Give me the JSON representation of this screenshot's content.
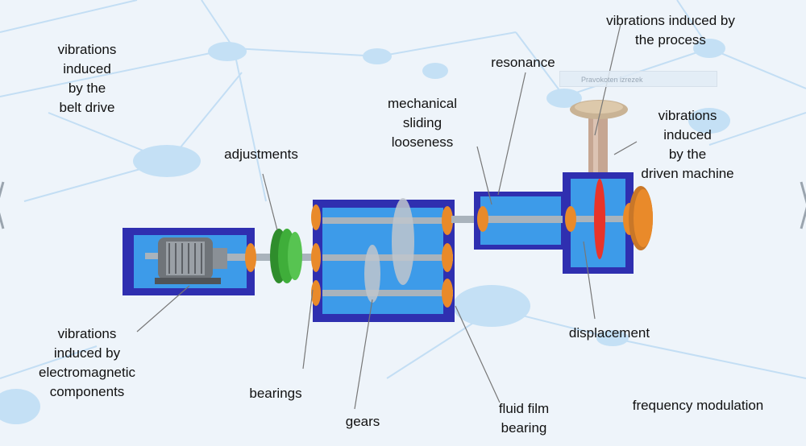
{
  "labels": {
    "belt_drive": "vibrations\ninduced\nby the\nbelt drive",
    "adjustments": "adjustments",
    "mechanical": "mechanical\nsliding\nlooseness",
    "resonance": "resonance",
    "process": "vibrations induced by\nthe process",
    "driven_machine": "vibrations\ninduced\nby the\ndriven machine",
    "electromagnetic": "vibrations\ninduced by\nelectromagnetic\ncomponents",
    "bearings": "bearings",
    "gears": "gears",
    "fluid_film": "fluid film\nbearing",
    "displacement": "displacement",
    "frequency_modulation": "frequency modulation"
  },
  "overlay": {
    "ghost_text": "Pravokoten izrezek"
  },
  "colors": {
    "frame_blue": "#2f2fb0",
    "fill_blue": "#3d9be9",
    "bearing_orange": "#e98a2a",
    "coupling_green": "#3fae3a",
    "shaft_grey": "#a9b3bc",
    "background": "#eef4fa",
    "network_line": "#bcdaf2"
  }
}
